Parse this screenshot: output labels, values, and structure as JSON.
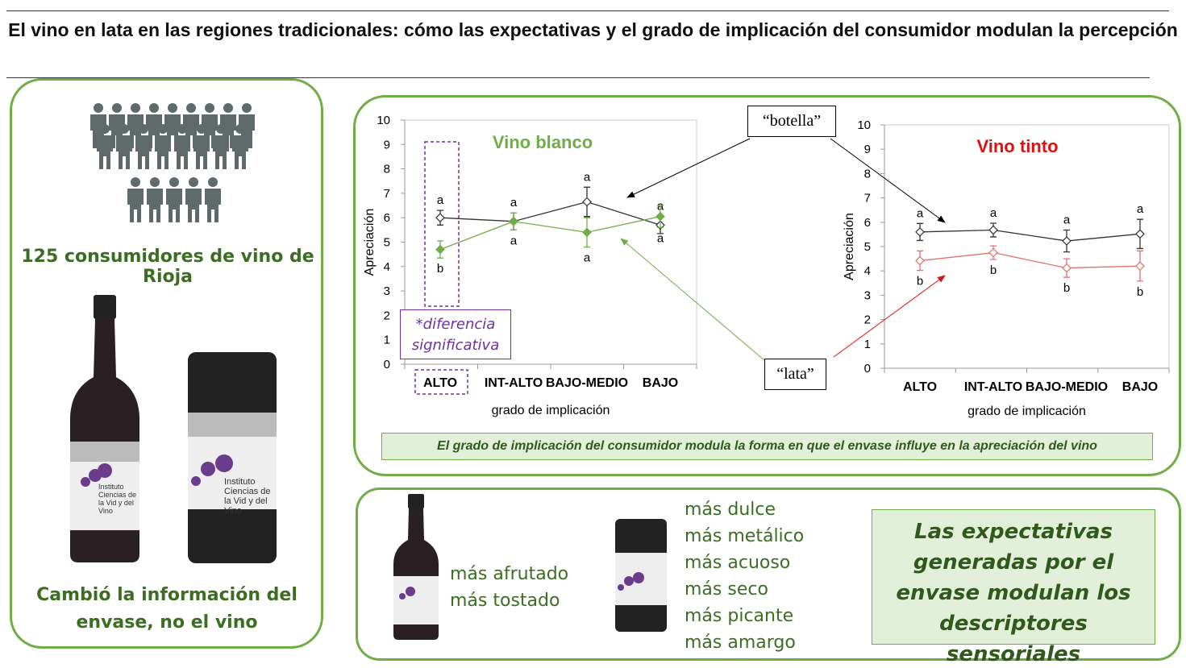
{
  "title": "El vino en lata en las regiones tradicionales: cómo las expectativas y el grado de implicación del consumidor modulan la percepción",
  "left": {
    "consumers": "125 consumidores de vino de Rioja",
    "bottle_brand": "Instituto Ciencias de la Vid y del Vino",
    "can_brand": "Instituto Ciencias de la Vid y del Vino",
    "caption": "Cambió la información del envase, no el vino"
  },
  "annotations": {
    "botella": "“botella”",
    "lata": "“lata”",
    "significant": "*diferencia significativa"
  },
  "caption": "El grado de implicación del consumidor modula la forma en que el envase influye en la apreciación del vino",
  "bottom": {
    "bottle_descriptors": [
      "más afrutado",
      "más tostado"
    ],
    "can_descriptors": [
      "más dulce",
      "más metálico",
      "más acuoso",
      "más seco",
      "más picante",
      "más amargo"
    ],
    "conclusion": "Las expectativas generadas por el envase modulan los descriptores sensoriales"
  },
  "colors": {
    "green": "#70ad47",
    "dark_green": "#3b6e22",
    "red": "#e01010",
    "purple": "#7030a0"
  },
  "chart_data": [
    {
      "type": "line",
      "title": "Vino blanco",
      "xlabel": "grado de implicación",
      "ylabel": "Apreciación",
      "ylim": [
        0,
        10
      ],
      "yticks": [
        "0",
        "1",
        "2",
        "3",
        "4",
        "5",
        "6",
        "7",
        "8",
        "9",
        "10"
      ],
      "categories": [
        "ALTO",
        "INT-ALTO",
        "BAJO-MEDIO",
        "BAJO"
      ],
      "series": [
        {
          "name": "botella",
          "color": "#333333",
          "values": [
            6.0,
            5.85,
            6.65,
            5.7
          ],
          "errors": [
            0.3,
            0.35,
            0.6,
            0.35
          ],
          "letters": [
            "a",
            "a",
            "a",
            "a"
          ]
        },
        {
          "name": "lata",
          "color": "#70ad47",
          "values": [
            4.7,
            5.85,
            5.4,
            6.05
          ],
          "errors": [
            0.35,
            0.35,
            0.6,
            0.45
          ],
          "letters": [
            "b",
            "a",
            "a",
            "a"
          ]
        }
      ]
    },
    {
      "type": "line",
      "title": "Vino tinto",
      "xlabel": "grado de implicación",
      "ylabel": "Apreciación",
      "ylim": [
        0,
        10
      ],
      "yticks": [
        "0",
        "1",
        "2",
        "3",
        "4",
        "5",
        "6",
        "7",
        "8",
        "9",
        "10"
      ],
      "categories": [
        "ALTO",
        "INT-ALTO",
        "BAJO-MEDIO",
        "BAJO"
      ],
      "series": [
        {
          "name": "botella",
          "color": "#333333",
          "values": [
            5.6,
            5.68,
            5.23,
            5.52
          ],
          "errors": [
            0.35,
            0.28,
            0.45,
            0.6
          ],
          "letters": [
            "a",
            "a",
            "a",
            "a"
          ]
        },
        {
          "name": "lata",
          "color": "#e07070",
          "values": [
            4.42,
            4.75,
            4.12,
            4.2
          ],
          "errors": [
            0.4,
            0.28,
            0.38,
            0.62
          ],
          "letters": [
            "b",
            "b",
            "b",
            "b"
          ]
        }
      ]
    }
  ]
}
